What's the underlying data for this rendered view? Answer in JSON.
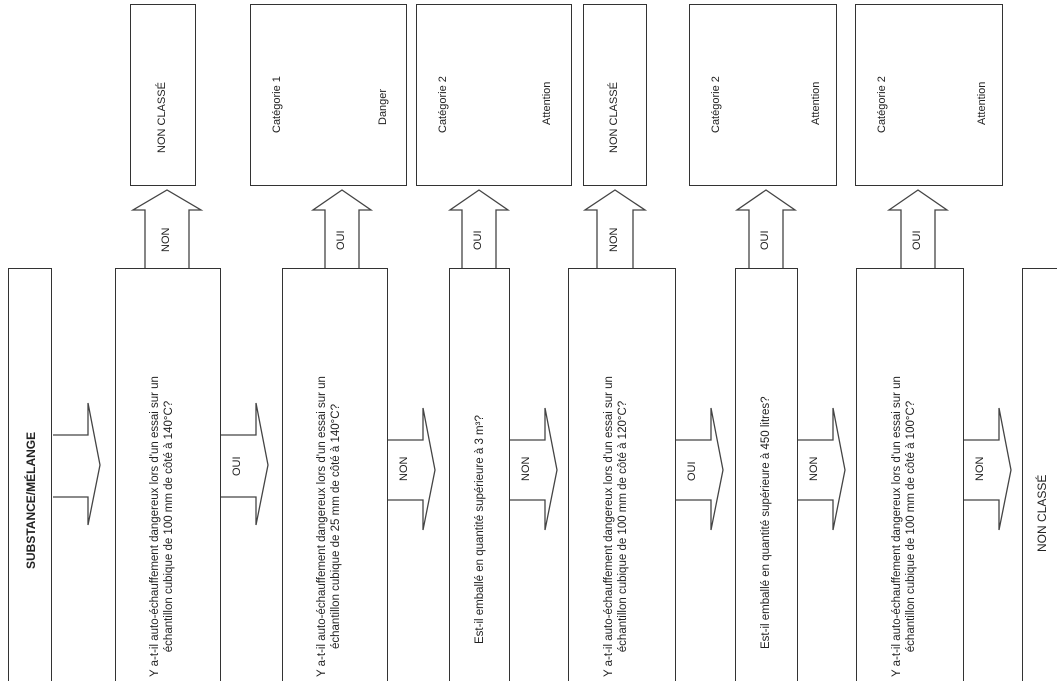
{
  "start_label": "SUBSTANCE/MÉLANGE",
  "questions": [
    {
      "line1": "Y a-t-il auto-échauffement dangereux lors d'un essai sur un",
      "line2": "échantillon cubique de 100 mm de côté à 140°C?"
    },
    {
      "line1": "Y a-t-il auto-échauffement dangereux lors d'un essai sur un",
      "line2": "échantillon cubique de 25 mm de côté à 140°C?"
    },
    {
      "line1": "Est-il emballé en quantité supérieure à 3 m³?",
      "line2": ""
    },
    {
      "line1": "Y a-t-il auto-échauffement dangereux lors d'un essai sur un",
      "line2": "échantillon cubique de 100 mm de côté à 120°C?"
    },
    {
      "line1": "Est-il emballé en quantité supérieure à 450 litres?",
      "line2": ""
    },
    {
      "line1": "Y a-t-il auto-échauffement dangereux lors d'un essai sur un",
      "line2": "échantillon cubique de 100 mm de côté à 100°C?"
    }
  ],
  "horizontal_arrows": [
    "OUI",
    "NON",
    "NON",
    "OUI",
    "NON",
    "NON"
  ],
  "up_arrows": [
    "NON",
    "OUI",
    "OUI",
    "NON",
    "OUI",
    "OUI"
  ],
  "outcomes": [
    {
      "category": "NON CLASSÉ",
      "signal": "",
      "pictogram": ""
    },
    {
      "category": "Catégorie 1",
      "signal": "Danger",
      "pictogram": "ghs02-flame-icon"
    },
    {
      "category": "Catégorie 2",
      "signal": "Attention",
      "pictogram": "ghs02-flame-icon"
    },
    {
      "category": "NON CLASSÉ",
      "signal": "",
      "pictogram": ""
    },
    {
      "category": "Catégorie 2",
      "signal": "Attention",
      "pictogram": "ghs02-flame-icon"
    },
    {
      "category": "Catégorie 2",
      "signal": "Attention",
      "pictogram": "ghs02-flame-icon"
    }
  ],
  "final_label": "NON CLASSÉ"
}
